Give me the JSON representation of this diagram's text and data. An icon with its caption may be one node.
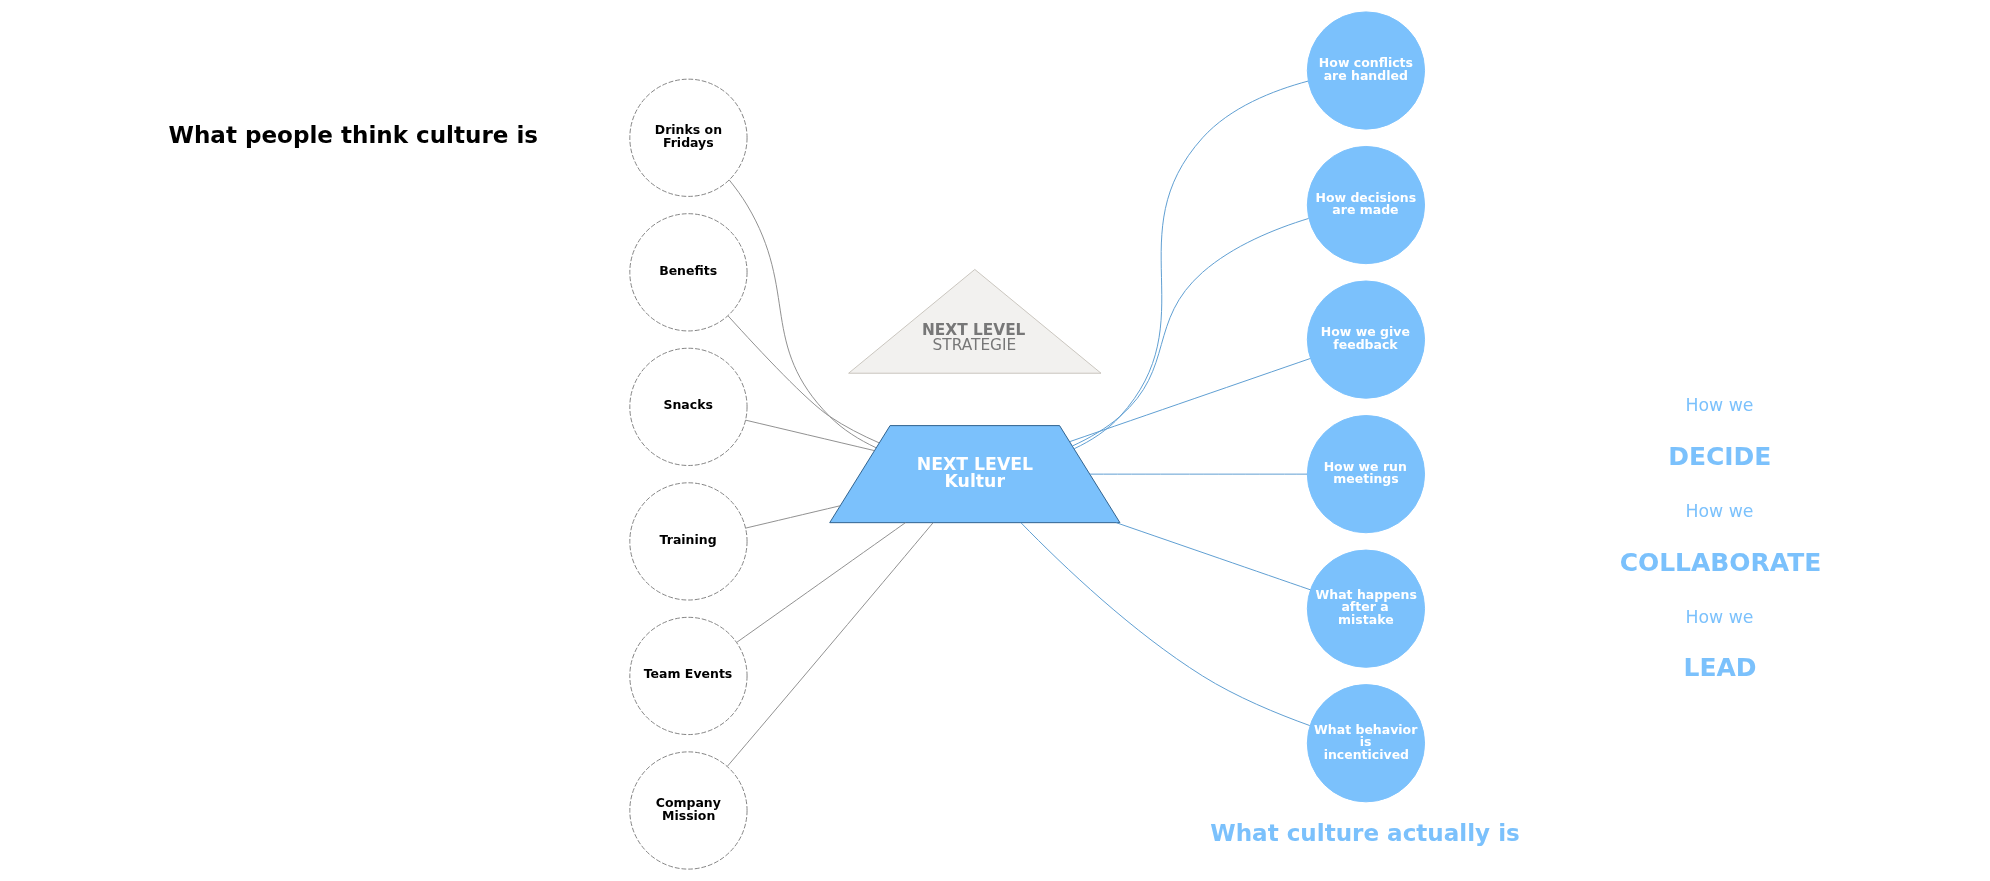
{
  "diagram": {
    "nodes": [
      {
        "text": [
          "NEXT LEVEL",
          "STRATEGIE"
        ]
      },
      {
        "text": [
          "NEXT LEVEL Kultur"
        ]
      },
      {
        "text": [
          "Drinks on Fridays"
        ]
      },
      {
        "text": [
          "Benefits"
        ]
      },
      {
        "text": [
          "Snacks"
        ]
      },
      {
        "text": [
          "Training"
        ]
      },
      {
        "text": [
          "Team Events"
        ]
      },
      {
        "text": [
          "Company Mission"
        ]
      },
      {
        "text": [
          "How conflicts are handled"
        ]
      },
      {
        "text": [
          "How decisions are made"
        ]
      },
      {
        "text": [
          "How we give feedback"
        ]
      },
      {
        "text": [
          "How we run meetings"
        ]
      },
      {
        "text": [
          "What happens after a mistake"
        ]
      },
      {
        "text": [
          "What behavior is incenticived"
        ]
      }
    ],
    "edges": [
      {
        "from": 2,
        "to": 1,
        "arrow": "none",
        "color": "#8c8c8c"
      },
      {
        "from": 3,
        "to": 1,
        "arrow": "none",
        "color": "#8c8c8c"
      },
      {
        "from": 4,
        "to": 1,
        "arrow": "none",
        "color": "#8c8c8c"
      },
      {
        "from": 5,
        "to": 1,
        "arrow": "none",
        "color": "#8c8c8c"
      },
      {
        "from": 6,
        "to": 1,
        "arrow": "none",
        "color": "#8c8c8c"
      },
      {
        "from": 7,
        "to": 1,
        "arrow": "none",
        "color": "#8c8c8c"
      },
      {
        "from": 1,
        "to": 8,
        "arrow": "none",
        "color": "#5a9bd0"
      },
      {
        "from": 1,
        "to": 9,
        "arrow": "none",
        "color": "#5a9bd0"
      },
      {
        "from": 1,
        "to": 10,
        "arrow": "none",
        "color": "#5a9bd0"
      },
      {
        "from": 1,
        "to": 11,
        "arrow": "none",
        "color": "#5a9bd0"
      },
      {
        "from": 1,
        "to": 12,
        "arrow": "none",
        "color": "#5a9bd0"
      },
      {
        "from": 1,
        "to": 13,
        "arrow": "none",
        "color": "#5a9bd0"
      }
    ],
    "labels": [
      "What people think culture is",
      "What culture actually is",
      "How we",
      "DECIDE",
      "How we",
      "COLLABORATE",
      "How we",
      "LEAD"
    ]
  }
}
